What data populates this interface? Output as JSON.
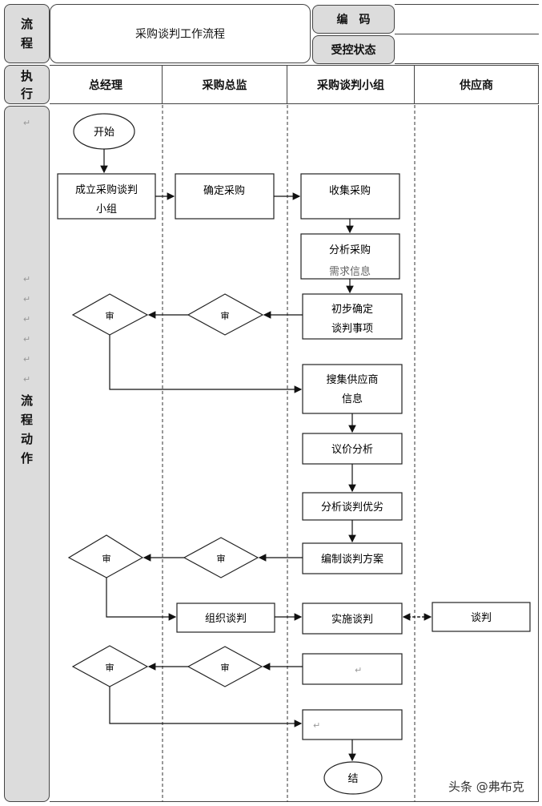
{
  "header": {
    "left_label": "流程",
    "title": "采购谈判工作流程",
    "code_label": "编　码",
    "status_label": "受控状态",
    "code_value": "",
    "status_value": ""
  },
  "roles": {
    "row_label": "执行",
    "columns": [
      "总经理",
      "采购总监",
      "采购谈判小组",
      "供应商"
    ]
  },
  "side": {
    "label": "流程动作"
  },
  "nodes": {
    "start": "开始",
    "form_group_l1": "成立采购谈判",
    "form_group_l2": "小组",
    "confirm": "确定采购",
    "collect": "收集采购",
    "analyze_l1": "分析采购",
    "analyze_l2": "需求信息",
    "prelim_l1": "初步确定",
    "prelim_l2": "谈判事项",
    "d1_gm": "审",
    "d1_dir": "审",
    "search_l1": "搜集供应商",
    "search_l2": "信息",
    "price": "议价分析",
    "pros": "分析谈判优劣",
    "plan": "编制谈判方案",
    "d2_gm": "审",
    "d2_dir": "审",
    "organize": "组织谈判",
    "implement": "实施谈判",
    "supplier_neg": "谈判",
    "d3_gm": "审",
    "d3_dir": "审",
    "box_a": "",
    "box_b": "",
    "end": "结"
  },
  "watermark": "头条 @弗布克"
}
